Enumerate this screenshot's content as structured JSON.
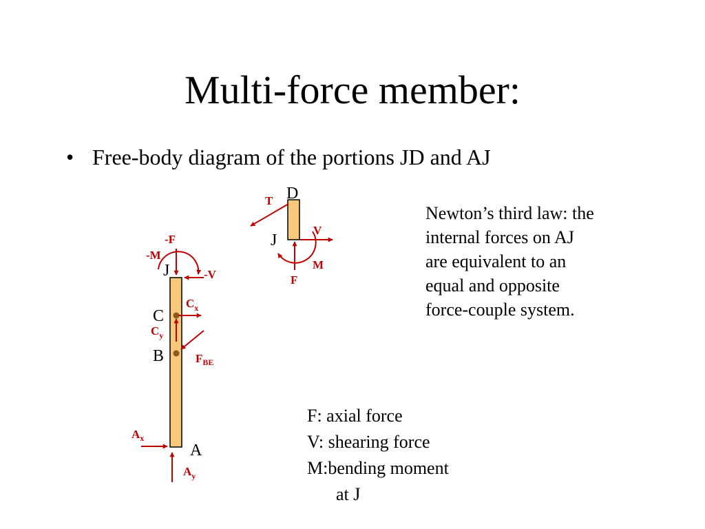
{
  "slide": {
    "title": "Multi-force member:",
    "bullet_glyph": "•",
    "bullet_text": "Free-body diagram of the portions JD and AJ"
  },
  "note": {
    "lines": [
      "Newton’s third law: the",
      "internal forces on AJ",
      "are equivalent to an",
      "equal and opposite",
      "force-couple system."
    ]
  },
  "legend": {
    "axial": "F: axial force",
    "shear": "V: shearing force",
    "moment": "M:bending moment",
    "moment_cont": "at J"
  },
  "diagram": {
    "colors": {
      "member_fill": "#f9c97b",
      "arrow": "#c00000",
      "pin": "#8b5a1e"
    },
    "upper": {
      "point_top": "D",
      "point_cut": "J",
      "forces": {
        "T": "T",
        "V": "V",
        "M": "M",
        "F": "F"
      }
    },
    "lower": {
      "point_top": "J",
      "point_C": "C",
      "point_B": "B",
      "point_A": "A",
      "forces": {
        "negF": "-F",
        "negM": "-M",
        "negV": "-V",
        "Cx_base": "C",
        "Cx_sub": "x",
        "Cy_base": "C",
        "Cy_sub": "y",
        "FBE_base": "F",
        "FBE_sub": "BE",
        "Ax_base": "A",
        "Ax_sub": "x",
        "Ay_base": "A",
        "Ay_sub": "y"
      }
    }
  }
}
